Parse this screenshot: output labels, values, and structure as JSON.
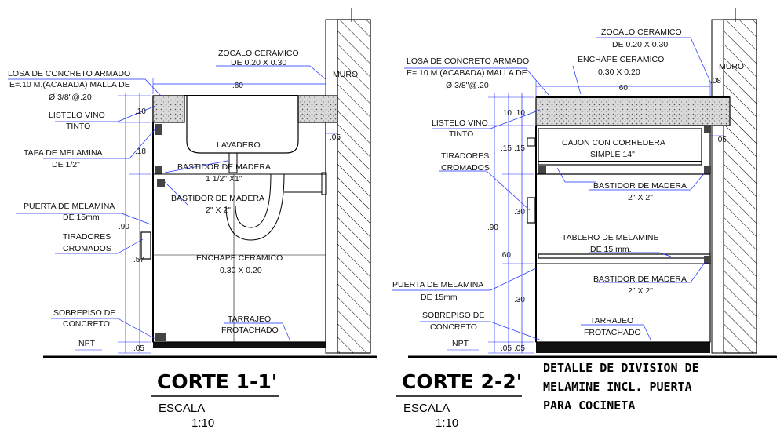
{
  "left": {
    "title": "CORTE 1-1'",
    "escala": "ESCALA",
    "ratio": "1:10",
    "labels": {
      "losa1": "LOSA DE CONCRETO ARMADO",
      "losa2": "E=.10 M.(ACABADA) MALLA DE",
      "losa3": "Ø 3/8\"@.20",
      "listelo1": "LISTELO VINO",
      "listelo2": "TINTO",
      "tapa1": "TAPA DE MELAMINA",
      "tapa2": "DE 1/2\"",
      "puerta1": "PUERTA DE MELAMINA",
      "puerta2": "DE 15mm",
      "tiradores1": "TIRADORES",
      "tiradores2": "CROMADOS",
      "sobrepiso1": "SOBREPISO DE",
      "sobrepiso2": "CONCRETO",
      "npt": "NPT",
      "zocalo1": "ZOCALO CERAMICO",
      "zocalo2": "DE 0.20 X 0.30",
      "muro": "MURO",
      "lavadero": "LAVADERO",
      "bastidor1a": "BASTIDOR DE MADERA",
      "bastidor1b": "1 1/2\" X1\"",
      "bastidor2a": "BASTIDOR DE MADERA",
      "bastidor2b": "2\" X 2\"",
      "enchape1": "ENCHAPE CERAMICO",
      "enchape2": "0.30 X 0.20",
      "tarrajeo1": "TARRAJEO",
      "tarrajeo2": "FROTACHADO"
    },
    "dims": {
      "width": ".60",
      "d10": ".10",
      "d18": ".18",
      "d90": ".90",
      "d57": ".57",
      "d05": ".05",
      "wall": ".05"
    }
  },
  "right": {
    "title": "CORTE 2-2'",
    "escala": "ESCALA",
    "ratio": "1:10",
    "labels": {
      "losa1": "LOSA DE CONCRETO ARMADO",
      "losa2": "E=.10 M.(ACABADA) MALLA DE",
      "losa3": "Ø 3/8\"@.20",
      "listelo1": "LISTELO VINO",
      "listelo2": "TINTO",
      "tiradores1": "TIRADORES",
      "tiradores2": "CROMADOS",
      "puerta1": "PUERTA DE MELAMINA",
      "puerta2": "DE 15mm",
      "sobrepiso1": "SOBREPISO DE",
      "sobrepiso2": "CONCRETO",
      "npt": "NPT",
      "zocalo1": "ZOCALO CERAMICO",
      "zocalo2": "DE 0.20 X 0.30",
      "enchape1": "ENCHAPE CERAMICO",
      "enchape2": "0.30 X 0.20",
      "muro": "MURO",
      "cajon1": "CAJON CON CORREDERA",
      "cajon2": "SIMPLE  14\"",
      "bastidor1a": "BASTIDOR DE MADERA",
      "bastidor1b": "2\" X 2\"",
      "tablero1": "TABLERO DE MELAMINE",
      "tablero2": "DE 15 mm.",
      "bastidor2a": "BASTIDOR DE MADERA",
      "bastidor2b": "2\" X 2\"",
      "tarrajeo1": "TARRAJEO",
      "tarrajeo2": "FROTACHADO"
    },
    "dims": {
      "width": ".60",
      "d10a": ".10",
      "d10b": ".10",
      "d15a": ".15",
      "d15b": ".15",
      "d90": ".90",
      "d30a": ".30",
      "d60": ".60",
      "d30b": ".30",
      "d05a": ".05",
      "d05b": ".05",
      "wallA": ".08",
      "wallB": ".05"
    }
  },
  "note": {
    "line1": "DETALLE DE DIVISION DE",
    "line2": "MELAMINE INCL. PUERTA",
    "line3": "PARA COCINETA"
  },
  "colors": {
    "ink": "#000000",
    "leader": "#1a2cff",
    "concrete": "#bdbdbd"
  }
}
